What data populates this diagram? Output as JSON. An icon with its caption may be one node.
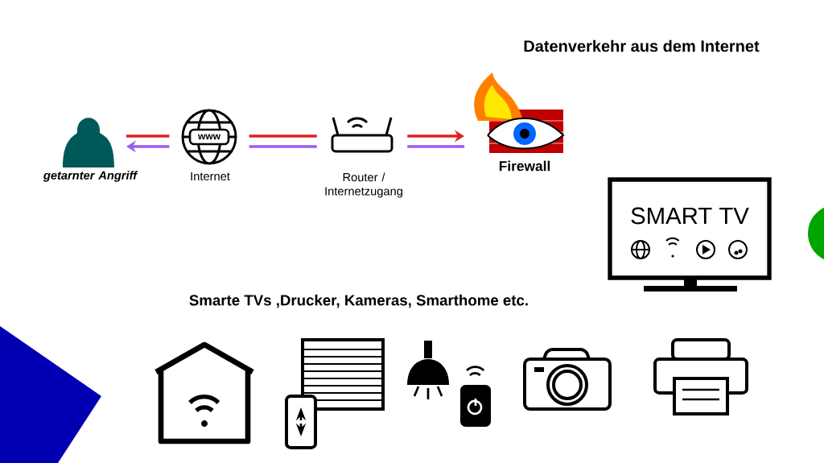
{
  "diagram": {
    "title": "Datenverkehr aus dem Internet",
    "nodes": [
      {
        "text": [
          "getarnter Angriff"
        ]
      },
      {
        "text": [
          "Internet"
        ]
      },
      {
        "text": [
          "Router / Internetzugang"
        ]
      },
      {
        "text": [
          "Firewall"
        ]
      }
    ],
    "edges": [
      {
        "from": 0,
        "to": 1,
        "arrow": "none",
        "color": "#e02020"
      },
      {
        "from": 1,
        "to": 0,
        "arrow": "to",
        "color": "#9b5cf0"
      },
      {
        "from": 1,
        "to": 2,
        "arrow": "none",
        "color": "#e02020"
      },
      {
        "from": 1,
        "to": 2,
        "arrow": "none",
        "color": "#9b5cf0"
      },
      {
        "from": 2,
        "to": 3,
        "arrow": "to",
        "color": "#e02020"
      },
      {
        "from": 2,
        "to": 3,
        "arrow": "none",
        "color": "#9b5cf0"
      }
    ],
    "labels": [
      "www",
      "SMART TV",
      "Smarte TVs ,Drucker, Kameras, Smarthome etc."
    ]
  }
}
